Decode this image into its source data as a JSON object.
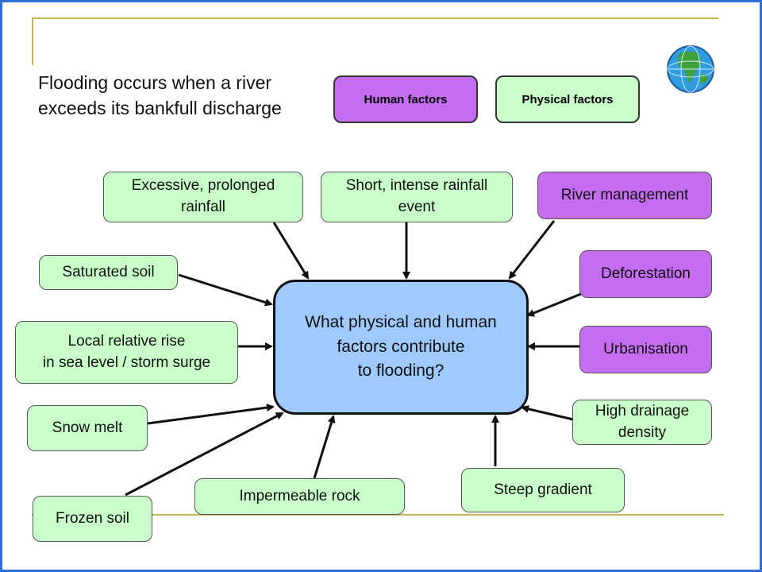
{
  "intro": "Flooding occurs when a river exceeds its bankfull discharge",
  "legend": {
    "human": "Human factors",
    "physical": "Physical factors"
  },
  "central_question": "What physical and human\nfactors contribute\nto flooding?",
  "physical_factors": [
    "Excessive, prolonged\nrainfall",
    "Short, intense rainfall\nevent",
    "Saturated soil",
    "Local relative rise\nin sea level / storm surge",
    "Snow melt",
    "Frozen soil",
    "Impermeable rock",
    "Steep gradient",
    "High drainage\ndensity"
  ],
  "human_factors": [
    "River management",
    "Deforestation",
    "Urbanisation"
  ],
  "colors": {
    "human": "#c46cf2",
    "physical": "#c9ffc9",
    "center": "#9fcaff",
    "frame": "#2f6fd6",
    "decor_line": "#c8b35a"
  },
  "icons": [
    "globe-icon"
  ]
}
